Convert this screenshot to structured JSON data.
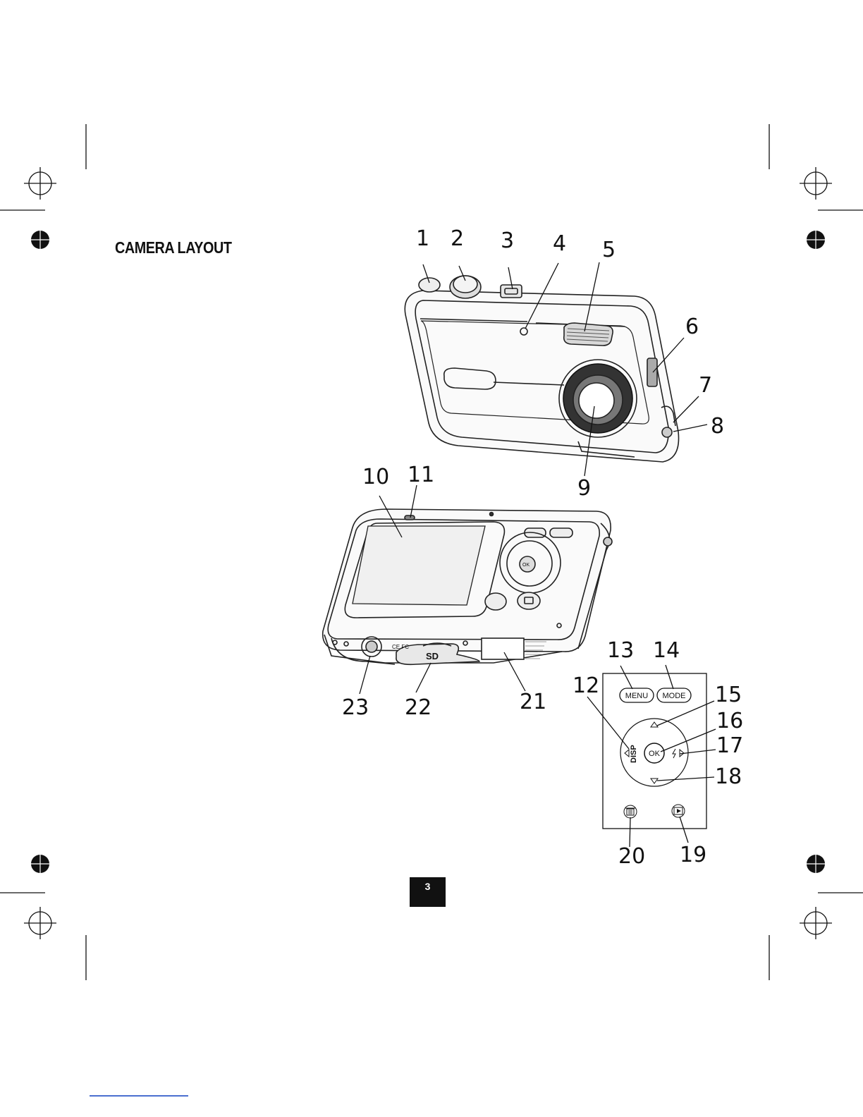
{
  "document": {
    "section_title": "CAMERA LAYOUT",
    "page_number": "3"
  },
  "callouts": [
    "1",
    "2",
    "3",
    "4",
    "5",
    "6",
    "7",
    "8",
    "9",
    "10",
    "11",
    "12",
    "13",
    "14",
    "15",
    "16",
    "17",
    "18",
    "19",
    "20",
    "21",
    "22",
    "23"
  ],
  "detail_panel": {
    "menu_label": "MENU",
    "mode_label": "MODE",
    "ok_label": "OK",
    "disp_label": "DISP"
  }
}
